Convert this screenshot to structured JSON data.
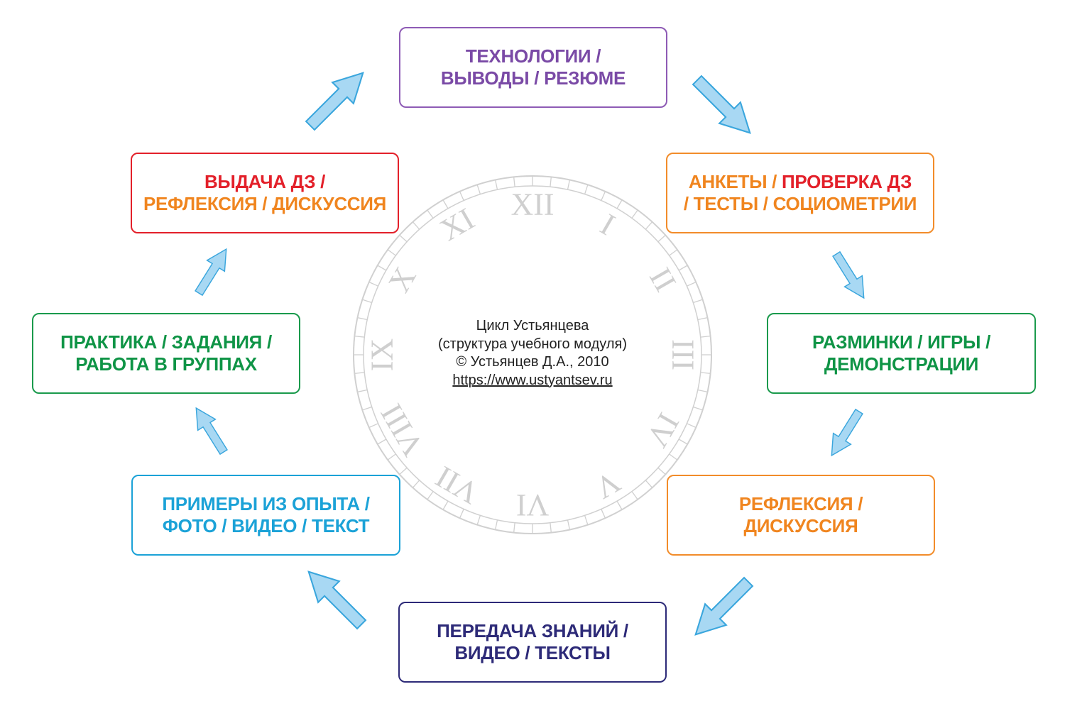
{
  "center": {
    "line1": "Цикл Устьянцева",
    "line2": "(структура учебного модуля)",
    "line3": "© Устьянцев Д.А., 2010",
    "link": "https://www.ustyantsev.ru"
  },
  "clock": {
    "numerals": [
      "XII",
      "I",
      "II",
      "III",
      "IV",
      "V",
      "VI",
      "VII",
      "VIII",
      "IX",
      "X",
      "XI"
    ]
  },
  "boxes": {
    "top": {
      "line1": "ТЕХНОЛОГИИ /",
      "line2": "ВЫВОДЫ / РЕЗЮМЕ"
    },
    "r1": {
      "line1_a": "АНКЕТЫ / ",
      "line1_b": "ПРОВЕРКА ДЗ",
      "line2_a": "/ ТЕСТЫ / ",
      "line2_b": "СОЦИОМЕТРИИ"
    },
    "r2": {
      "line1": "РАЗМИНКИ / ИГРЫ /",
      "line2": "ДЕМОНСТРАЦИИ"
    },
    "r3": {
      "line1": "РЕФЛЕКСИЯ /",
      "line2": "ДИСКУССИЯ"
    },
    "bottom": {
      "line1": "ПЕРЕДАЧА ЗНАНИЙ /",
      "line2": "ВИДЕО / ТЕКСТЫ"
    },
    "l3": {
      "line1": "ПРИМЕРЫ ИЗ ОПЫТА /",
      "line2": "ФОТО / ВИДЕО / ТЕКСТ"
    },
    "l2": {
      "line1": "ПРАКТИКА / ЗАДАНИЯ /",
      "line2": "РАБОТА В ГРУППАХ"
    },
    "l1": {
      "line1": "ВЫДАЧА ДЗ /",
      "line2": "РЕФЛЕКСИЯ / ДИСКУССИЯ"
    }
  },
  "colors": {
    "purple": "#8e5bb5",
    "orange": "#f28c2a",
    "red": "#e3202a",
    "green": "#1a9a4c",
    "blue": "#1ba2d7",
    "navy": "#2d2a78",
    "arrow_fill": "#a8d8f3",
    "arrow_stroke": "#3aa6dd",
    "clock_gray": "#cfcfcf"
  }
}
